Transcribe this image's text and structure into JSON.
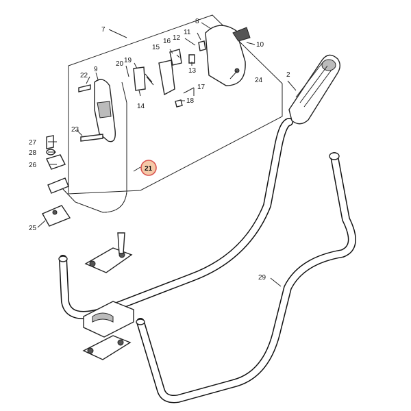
{
  "diagram": {
    "highlight_color": "#d9534f",
    "highlight_fill": "#f5c9a8",
    "labels": {
      "l2": "2",
      "l7": "7",
      "l8": "8",
      "l9": "9",
      "l10": "10",
      "l11": "11",
      "l12": "12",
      "l13": "13",
      "l14": "14",
      "l15": "15",
      "l16": "16",
      "l17": "17",
      "l18": "18",
      "l19": "19",
      "l20": "20",
      "l21": "21",
      "l22": "22",
      "l23": "23",
      "l24": "24",
      "l25": "25",
      "l26": "26",
      "l27": "27",
      "l28": "28",
      "l29": "29"
    }
  }
}
